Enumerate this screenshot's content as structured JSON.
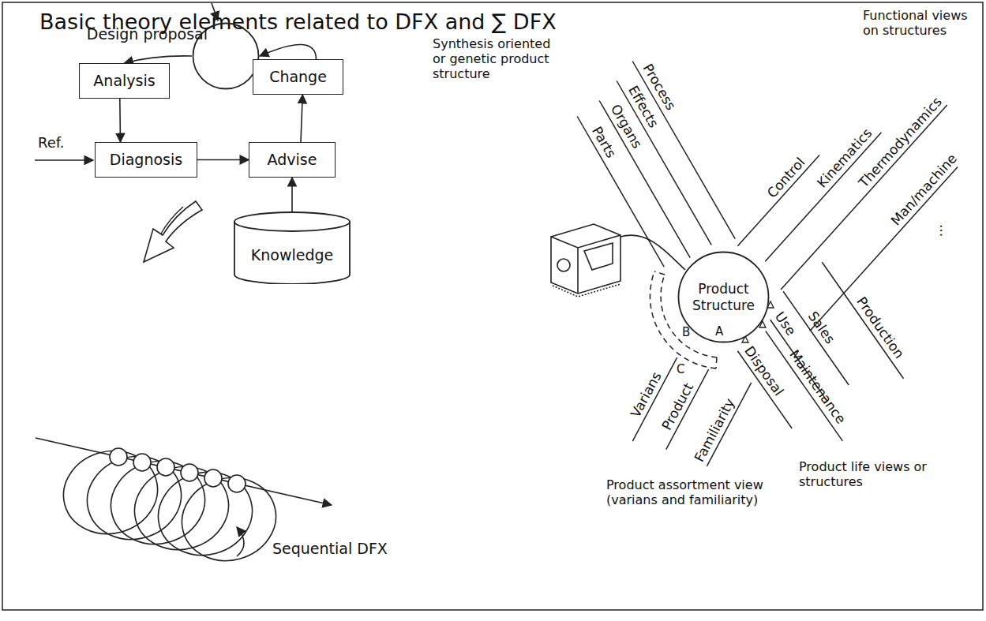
{
  "diagram": {
    "title": "Basic theory elements related to DFX and ∑ DFX",
    "nodes": [
      {
        "text": [
          "Design proposal"
        ]
      },
      {
        "text": [
          "Analysis"
        ]
      },
      {
        "text": [
          "Change"
        ]
      },
      {
        "text": [
          "Diagnosis"
        ]
      },
      {
        "text": [
          "Advise"
        ]
      },
      {
        "text": [
          "Knowledge"
        ]
      },
      {
        "text": [
          "Product Structure"
        ]
      }
    ],
    "edges": [
      {
        "from": 0,
        "to": 1,
        "arrow": "to"
      },
      {
        "from": 1,
        "to": 3,
        "arrow": "to"
      },
      {
        "from": 3,
        "to": 4,
        "arrow": "to"
      },
      {
        "from": 5,
        "to": 4,
        "arrow": "to"
      },
      {
        "from": 4,
        "to": 2,
        "arrow": "to"
      },
      {
        "from": 2,
        "to": 0,
        "arrow": "to"
      }
    ],
    "labels": [
      "Ref.",
      "Sequential DFX",
      "Synthesis oriented or genetic product structure",
      "Functional views on structures",
      "Process",
      "Effects",
      "Organs",
      "Parts",
      "Control",
      "Kinematics",
      "Thermodynamics",
      "Man/machine",
      "...",
      "Production",
      "Sales",
      "Use",
      "Maintenance",
      "Disposal",
      "Varians",
      "Product",
      "Familiarity",
      "A",
      "B",
      "C",
      "Product assortment view (varians and familiarity)",
      "Product life views or structures"
    ]
  }
}
